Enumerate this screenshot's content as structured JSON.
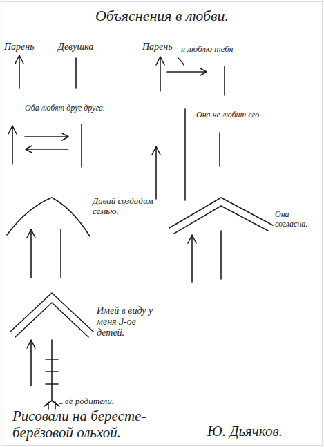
{
  "diagram": {
    "title": "Объяснения в любви.",
    "caption": "Рисовали на бересте-берёзовой ольхой.",
    "labels": [
      "Парень",
      "Девушка",
      "Парень",
      "я люблю тебя",
      "Оба любят друг друга.",
      "Она не любит его",
      "Давай создадим семью.",
      "Она согласна.",
      "Имей в виду у меня 3-ое детей.",
      "её родители.",
      "Ю. Дьячков."
    ]
  }
}
